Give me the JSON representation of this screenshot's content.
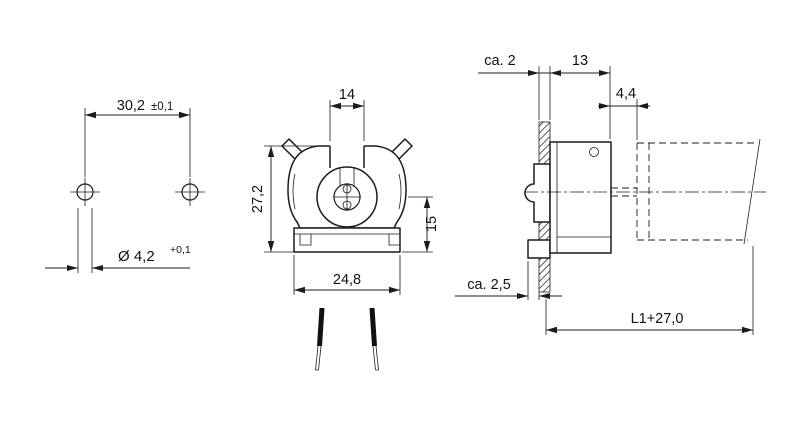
{
  "colors": {
    "line": "#1c1c1c",
    "background": "#ffffff",
    "hatch": "#111111"
  },
  "views": {
    "hole_pattern": {
      "spacing_value": "30,2",
      "spacing_tolerance": "±0,1",
      "hole_diameter": "Ø 4,2",
      "hole_diameter_tolerance": "+0,1"
    },
    "front": {
      "slot_width": "14",
      "overall_height": "27,2",
      "center_to_base": "15",
      "body_width": "24,8"
    },
    "side": {
      "panel_thickness": "ca. 2",
      "holder_depth": "13",
      "front_offset": "4,4",
      "rear_projection": "ca. 2,5",
      "overall_length": "L1+27,0"
    }
  }
}
